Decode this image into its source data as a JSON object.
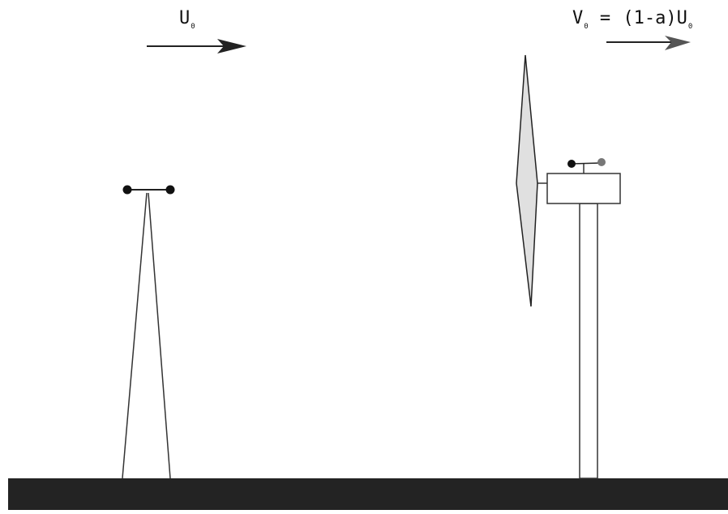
{
  "labels": {
    "free_stream": {
      "symbol": "U",
      "subscript": "0"
    },
    "rotor_velocity": {
      "symbol": "V",
      "subscript": "0",
      "equals": " = ",
      "expression": "(1-a)U",
      "expression_subscript": "0"
    }
  },
  "colors": {
    "ground": "#232323",
    "line": "#222222",
    "blade_fill": "#e0e0e0",
    "background": "#ffffff"
  }
}
